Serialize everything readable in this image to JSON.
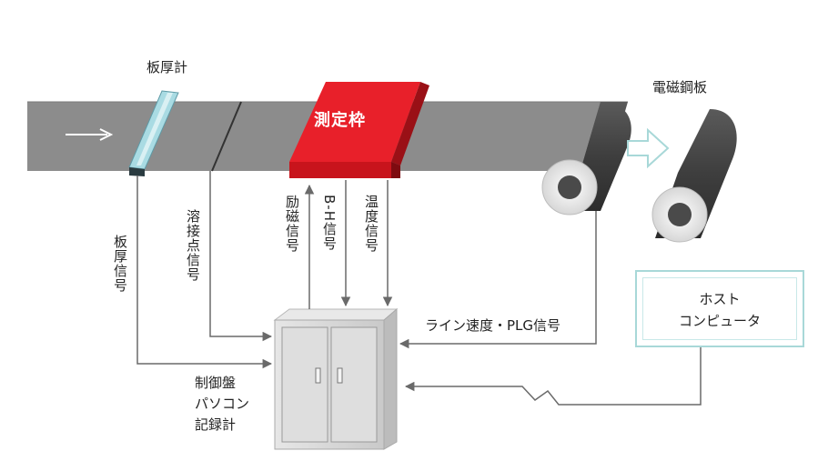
{
  "labels": {
    "thickness_gauge": "板厚計",
    "steel_sheet": "電磁鋼板",
    "measuring_frame": "測定枠",
    "thickness_signal": "板厚信号",
    "weld_point_signal": "溶接点信号",
    "excitation_signal": "励磁信号",
    "bh_signal": "B-H信号",
    "temperature_signal": "温度信号",
    "line_speed_signal": "ライン速度・PLG信号",
    "host_computer_line1": "ホスト",
    "host_computer_line2": "コンピュータ",
    "control_panel_line1": "制御盤",
    "control_panel_line2": "パソコン",
    "control_panel_line3": "記録計"
  },
  "colors": {
    "strip": "#8c8c8c",
    "frame_red": "#e8202a",
    "gauge_cyan": "#a9dbe3",
    "host_border": "#a8d8d8",
    "cabinet": "#d4d4d4",
    "arrow_line": "#6a6a6a"
  }
}
